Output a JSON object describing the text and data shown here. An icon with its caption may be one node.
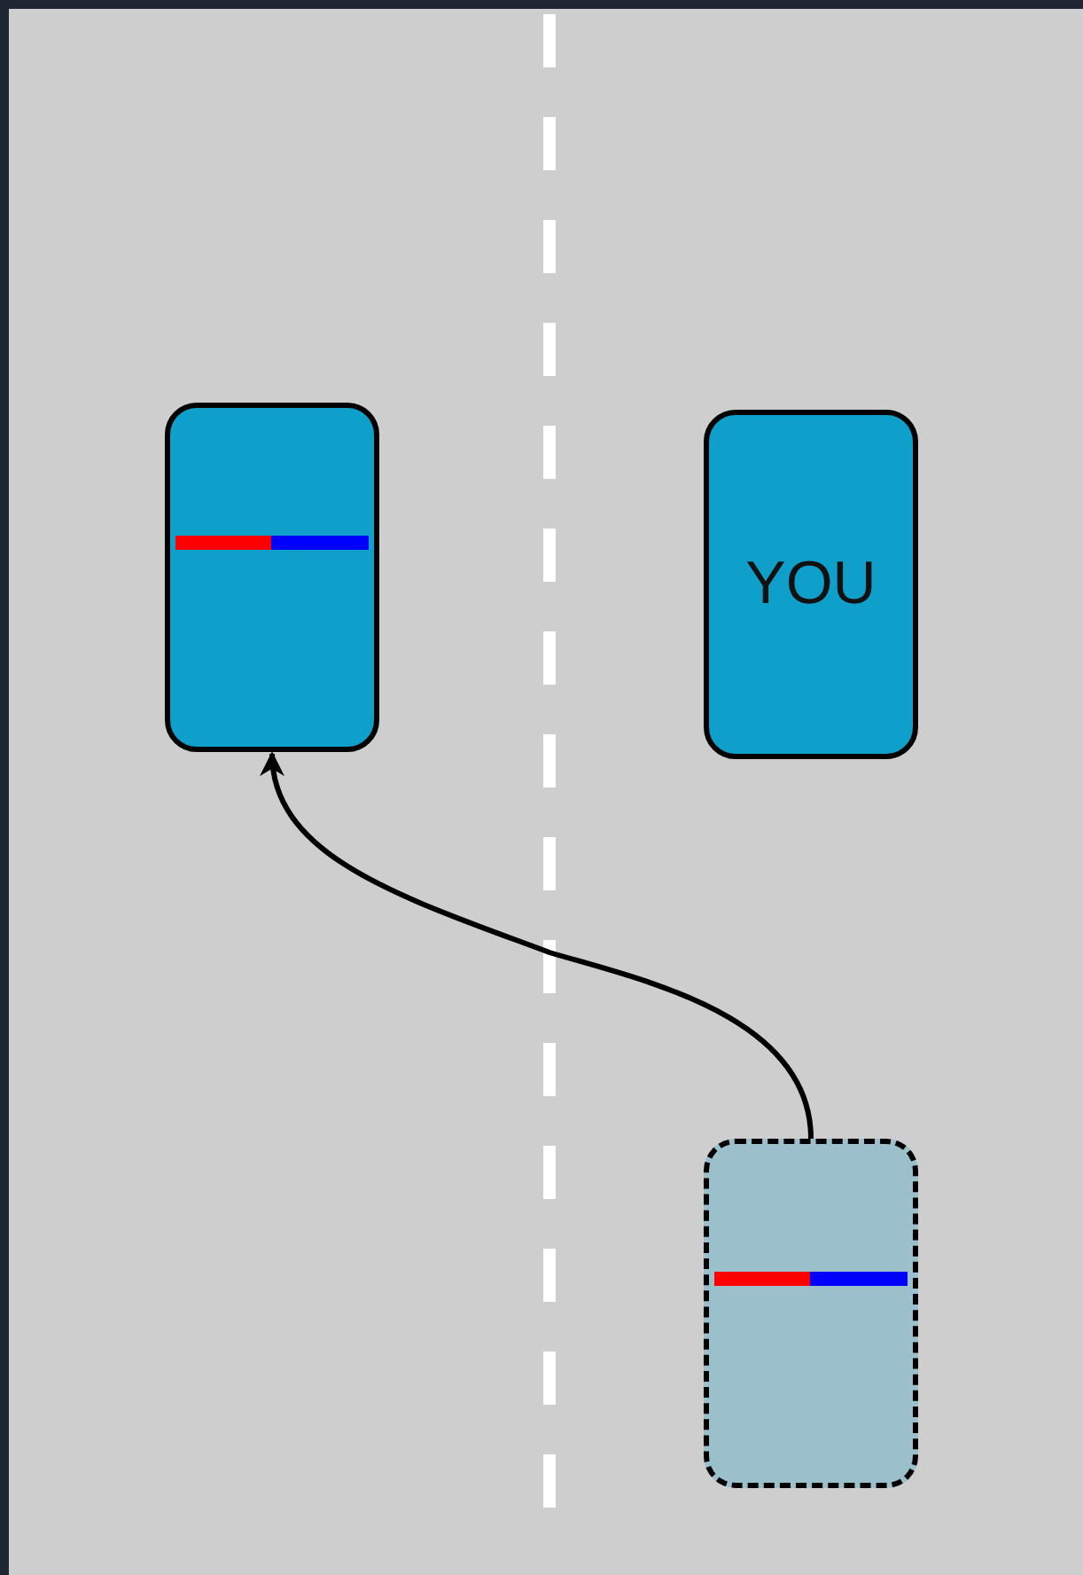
{
  "diagram": {
    "nodes": [
      {
        "text": [],
        "shape": "box"
      },
      {
        "text": [
          "YOU"
        ]
      },
      {
        "text": [],
        "shape": "box"
      }
    ],
    "edges": [
      {
        "from": 2,
        "to": 0,
        "arrow": "to"
      }
    ]
  }
}
